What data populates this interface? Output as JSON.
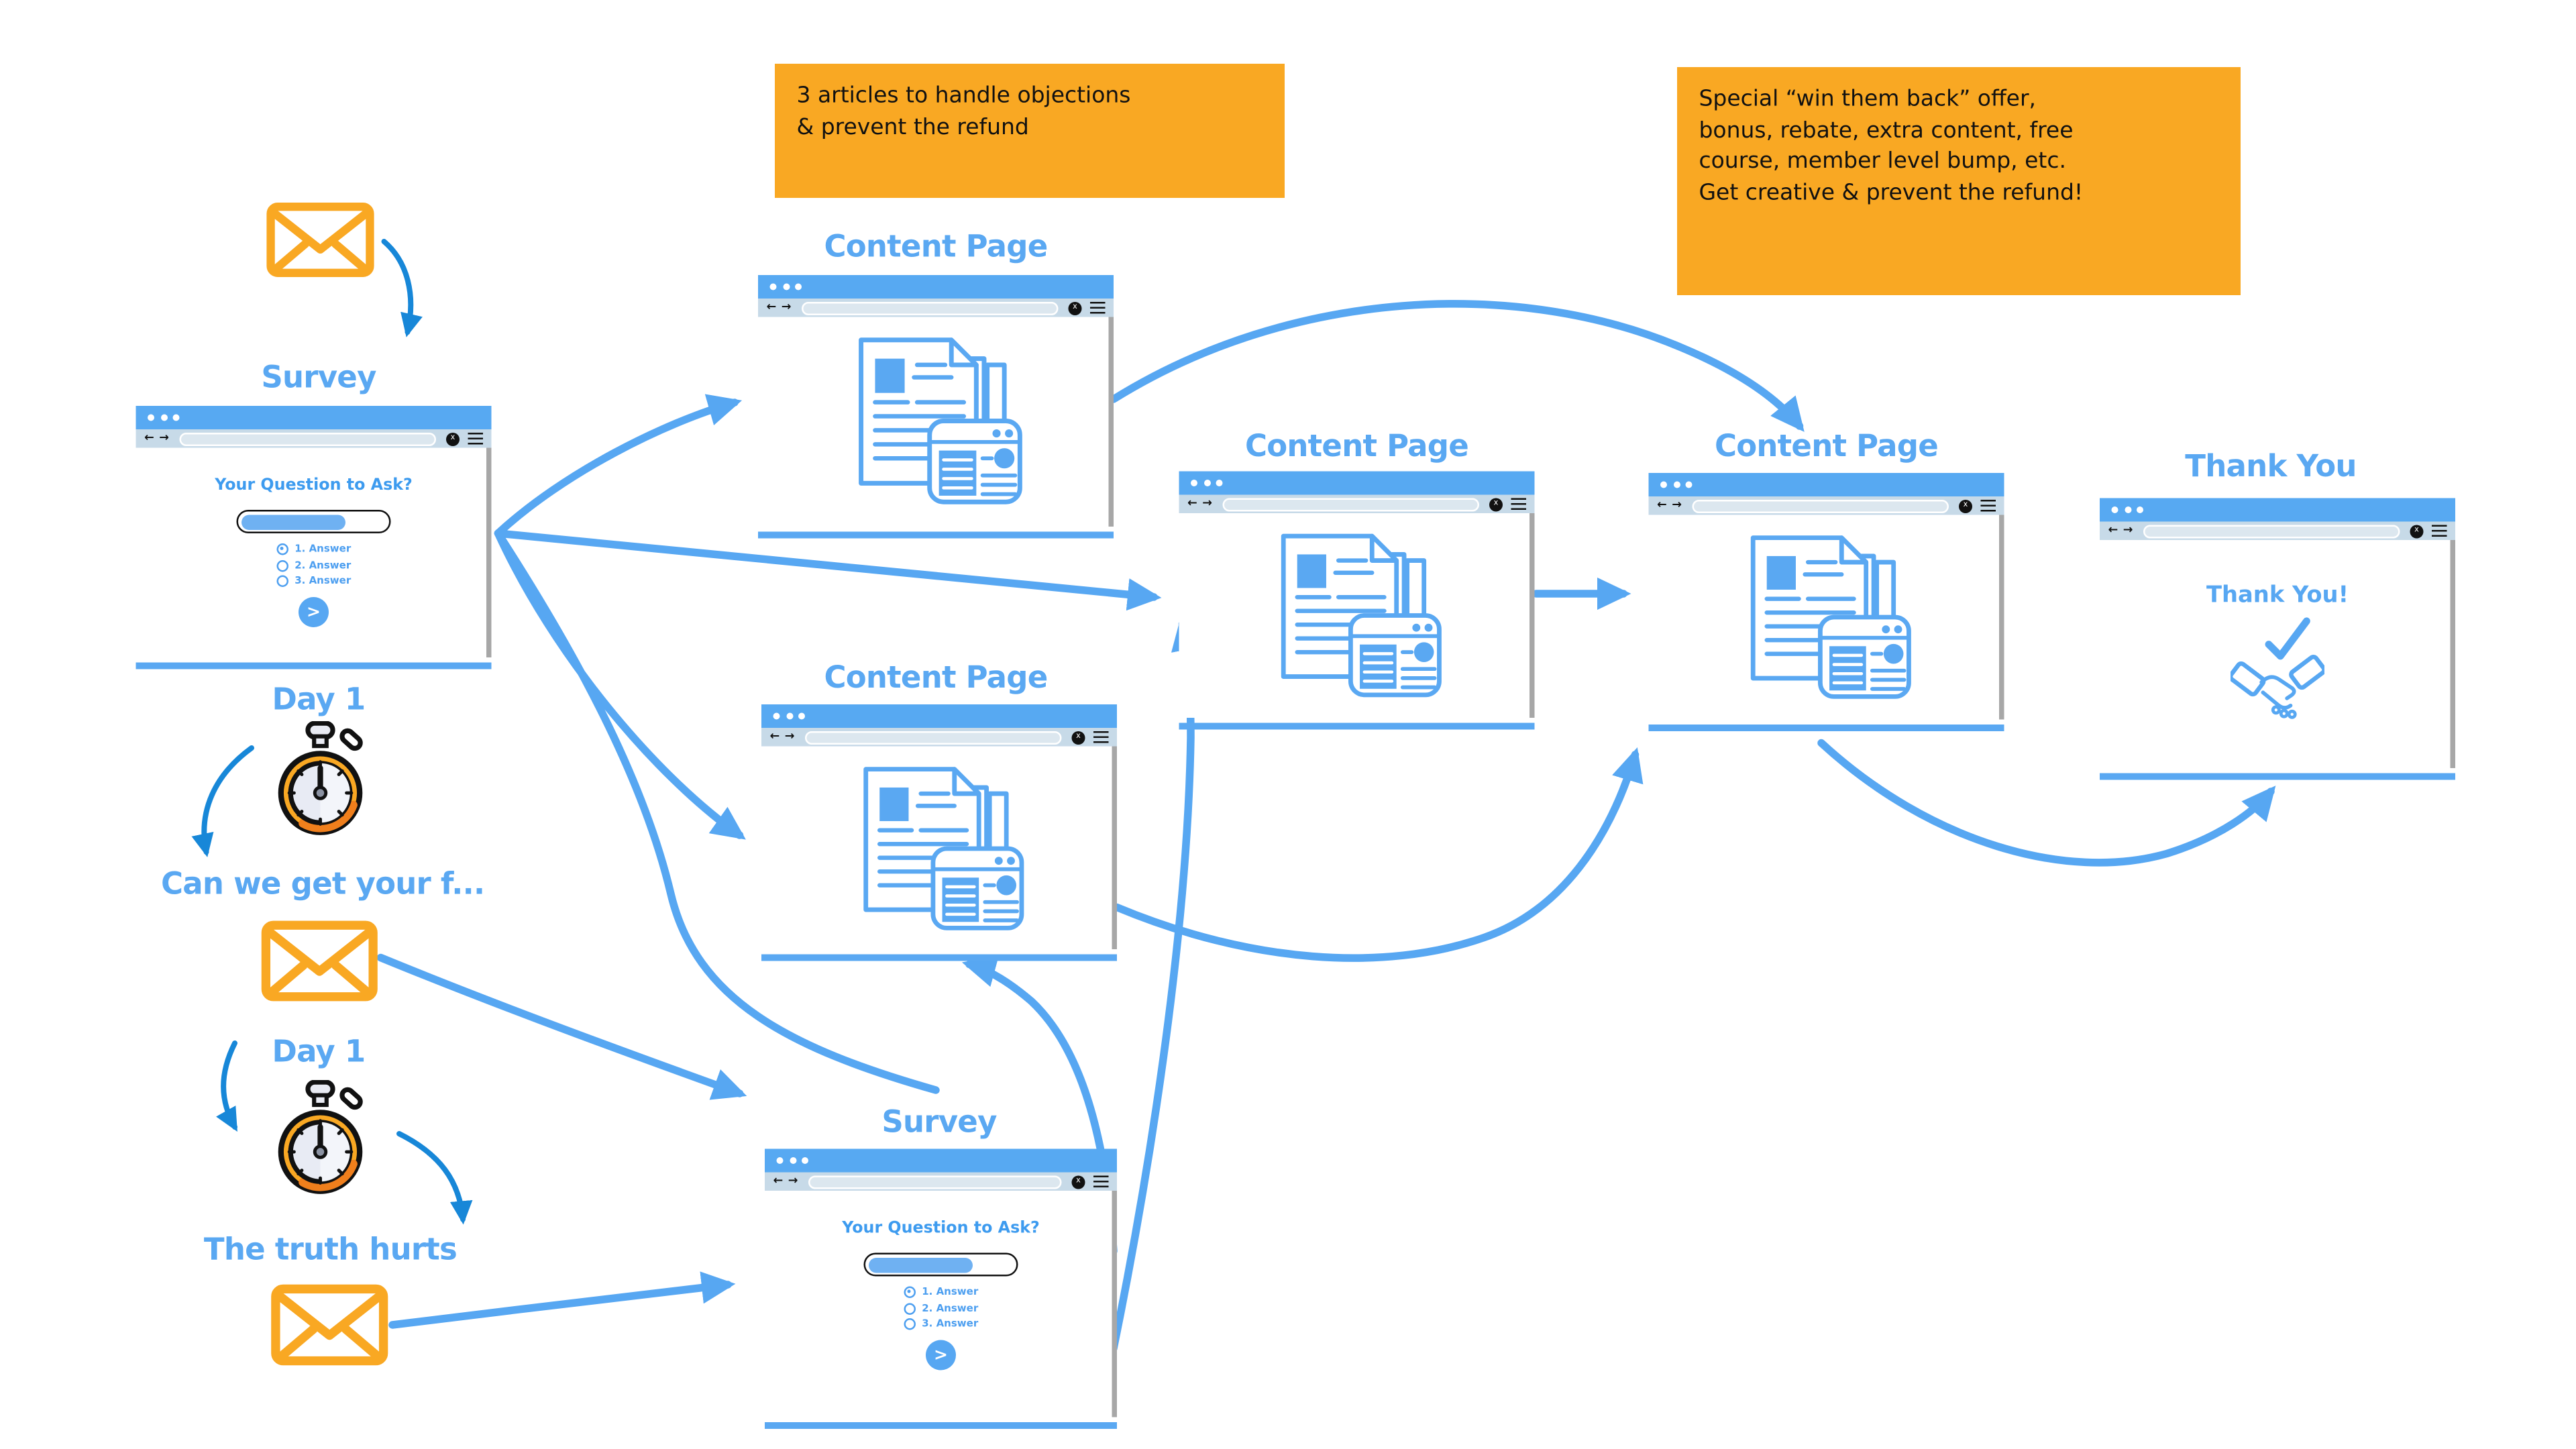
{
  "page": {
    "background": "#ffffff"
  },
  "palette": {
    "accent_blue": "#57A7F2",
    "label_blue": "#5AA8F2",
    "dark_arrow_blue": "#1787D8",
    "orange": "#F9A823",
    "ink": "#111111",
    "toolbar_gray_blue": "#C7DAE8",
    "scrollbar_gray": "#A7A7A7",
    "url_bar": "#DCE7EF"
  },
  "notes": {
    "objections": "3 articles to handle objections\n& prevent the refund",
    "winback": "Special “win them back” offer,\nbonus, rebate, extra content, free\ncourse, member level bump, etc.\nGet creative & prevent the refund!"
  },
  "labels": {
    "survey_top": "Survey",
    "day1_first": "Day 1",
    "email_feedback": "Can we get your f...",
    "day1_second": "Day 1",
    "email_truth": "The truth hurts",
    "content_page": "Content Page",
    "survey_bottom": "Survey",
    "thank_you": "Thank You"
  },
  "survey": {
    "question": "Your Question to Ask?",
    "answers": [
      "1. Answer",
      "2. Answer",
      "3. Answer"
    ]
  },
  "thank_you_page": {
    "heading": "Thank You!"
  },
  "chrome": {
    "close_label": "x",
    "back_icon": "←",
    "forward_icon": "→"
  },
  "icons": {
    "envelope": "✉",
    "stopwatch": "⏱",
    "handshake_check": "✓🤝",
    "next": ">",
    "menu": "☰"
  }
}
